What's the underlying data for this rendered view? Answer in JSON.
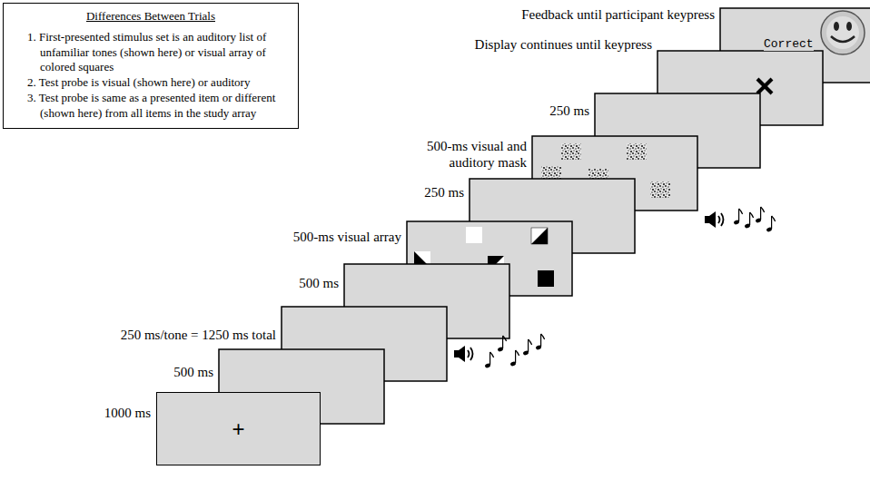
{
  "diagram": {
    "nodes": [
      {
        "text": [
          "Differences Between Trials",
          "1. First-presented stimulus set is an auditory list of unfamiliar tones (shown here) or visual array of colored squares",
          "2. Test probe is visual (shown here) or auditory",
          "3. Test probe is same as a presented item or different (shown here) from all items in the study array"
        ]
      },
      {
        "text": [
          "+"
        ]
      },
      {
        "text": [
          "Correct"
        ]
      }
    ],
    "labels": [
      "Feedback until participant keypress",
      "Display continues until keypress",
      "250 ms",
      "500-ms visual and auditory mask",
      "250 ms",
      "500-ms visual array",
      "500 ms",
      "250 ms/tone = 1250 ms total",
      "500 ms",
      "1000 ms"
    ]
  }
}
